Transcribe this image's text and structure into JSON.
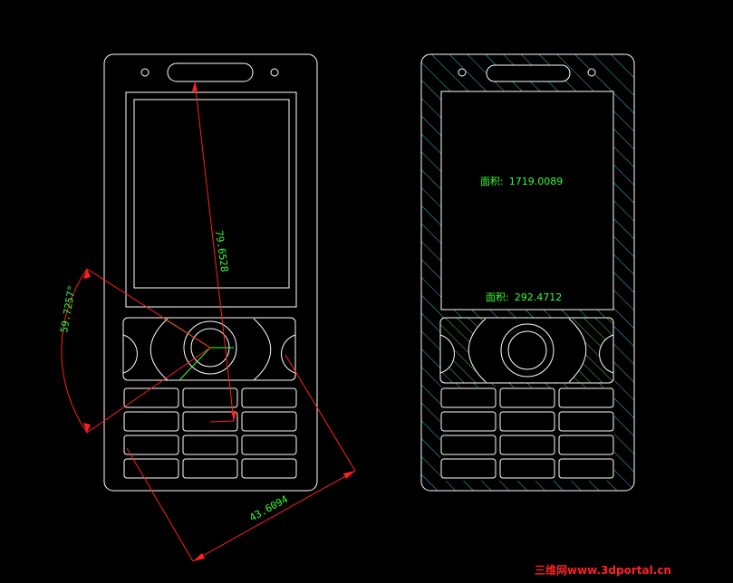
{
  "dimensions": {
    "length": "79.6528",
    "angle": "59.7257°",
    "width": "43.6094"
  },
  "areas": {
    "screen": {
      "label": "面积:",
      "value": "1719.0089"
    },
    "keypad": {
      "label": "面积:",
      "value": "292.4712"
    }
  },
  "watermark": "三维网www.3dportal.cn",
  "colors": {
    "background": "#000000",
    "outline": "#ffffff",
    "dimension": "#ff2020",
    "text": "#33ff33",
    "hatch": "#3fb8c8",
    "keypad_hatch": "#5fc040"
  }
}
